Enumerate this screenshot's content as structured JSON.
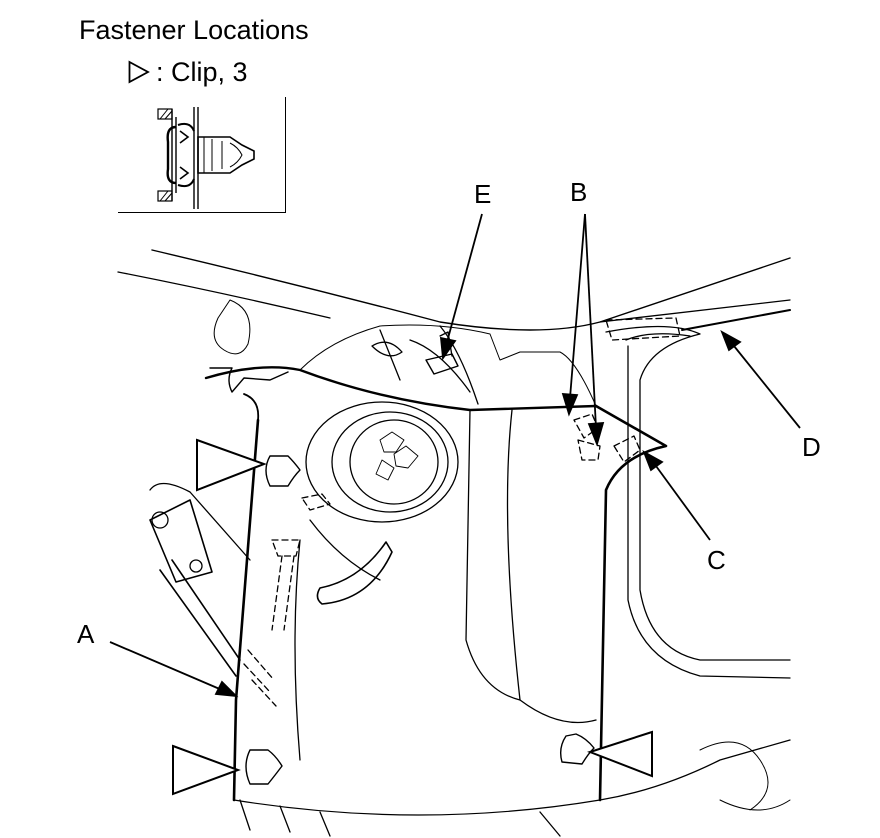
{
  "title": "Fastener Locations",
  "legend": {
    "symbol_icon": "outline-triangle-icon",
    "label": ": Clip, 3"
  },
  "callouts": {
    "a": "A",
    "b": "B",
    "c": "C",
    "d": "D",
    "e": "E"
  }
}
